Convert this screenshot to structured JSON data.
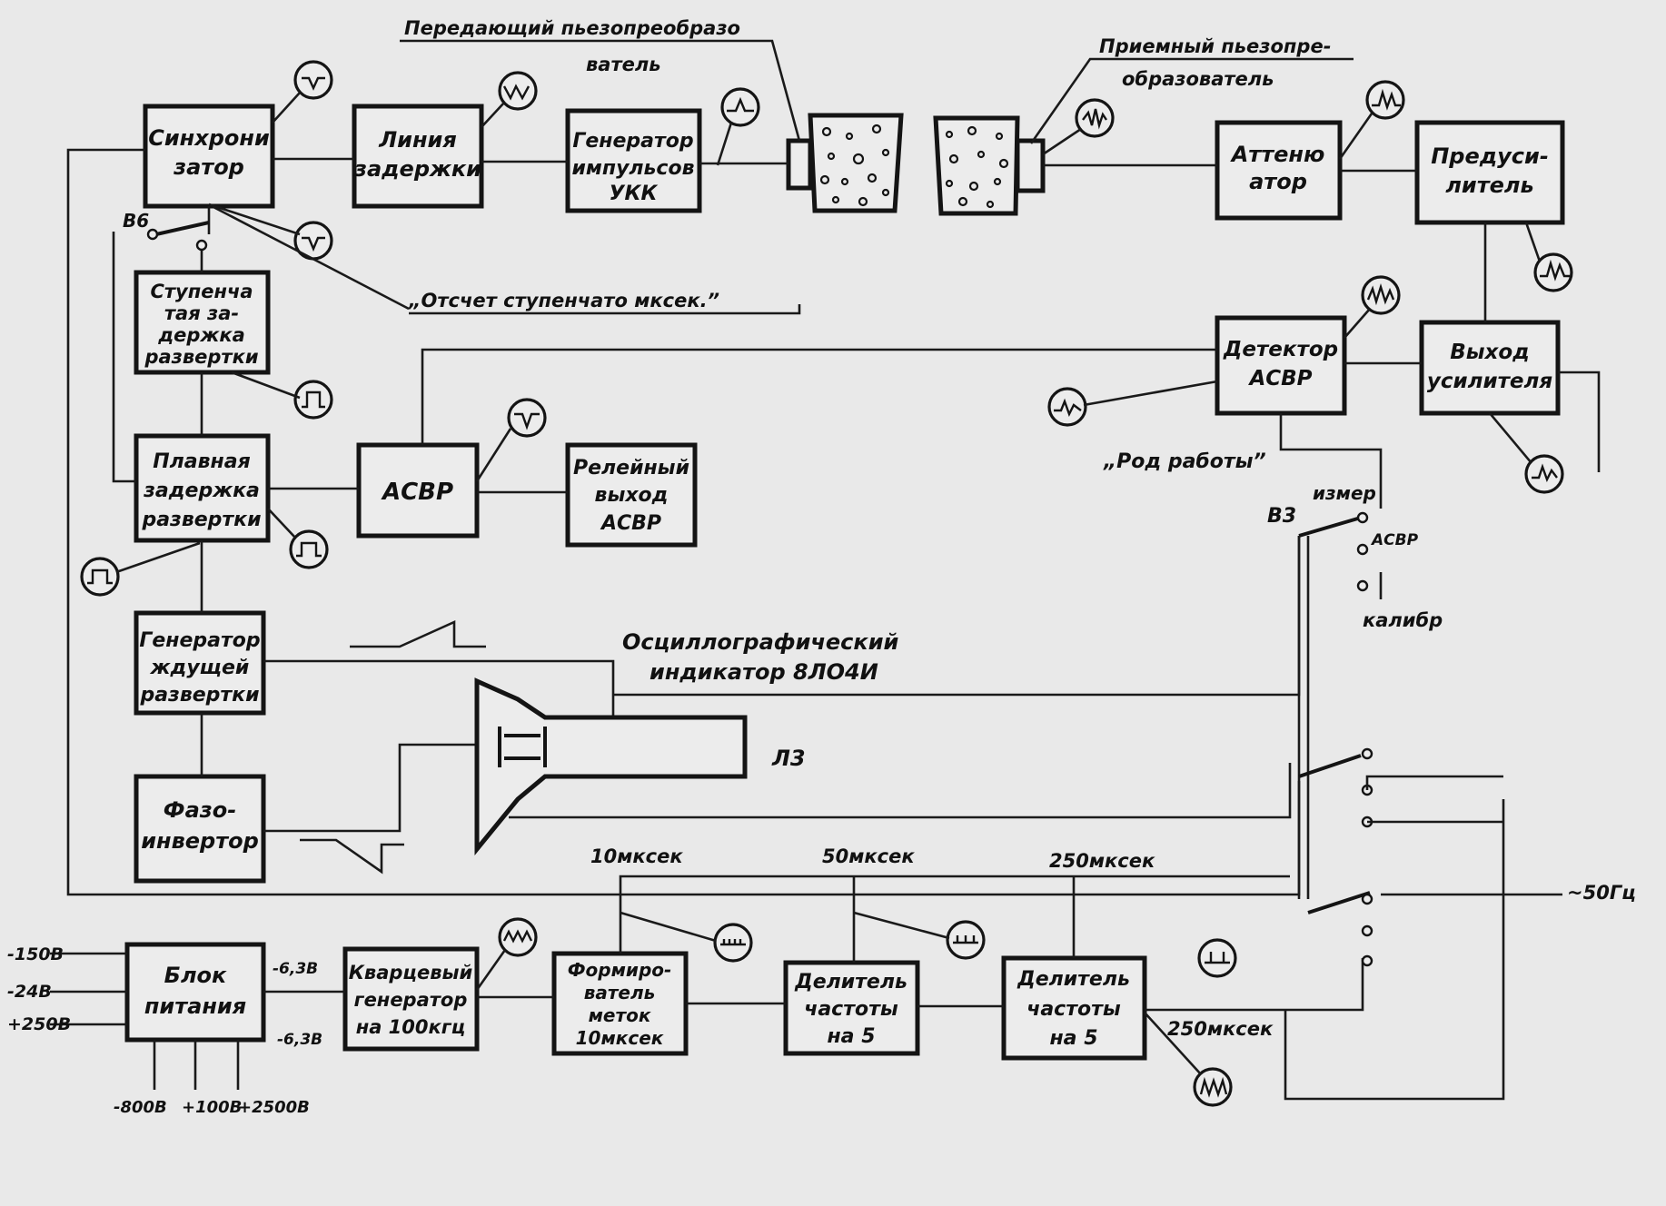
{
  "blocks": {
    "sync": [
      "Синхрони",
      "затор"
    ],
    "delay_line": [
      "Линия",
      "задержки"
    ],
    "pulse_gen": [
      "Генератор",
      "импульсов",
      "УКК"
    ],
    "attenuator": [
      "Аттеню",
      "атор"
    ],
    "preamp": [
      "Предуси-",
      "литель"
    ],
    "step_delay": [
      "Ступенча",
      "тая за-",
      "держка",
      "развертки"
    ],
    "smooth_delay": [
      "Плавная",
      "задержка",
      "развертки"
    ],
    "asvr": [
      "АСВР"
    ],
    "relay_out": [
      "Релейный",
      "выход",
      "АСВР"
    ],
    "detector": [
      "Детектор",
      "АСВР"
    ],
    "amp_out": [
      "Выход",
      "усилителя"
    ],
    "sweep_gen": [
      "Генератор",
      "ждущей",
      "развертки"
    ],
    "phase_inv": [
      "Фазо-",
      "инвертор"
    ],
    "power": [
      "Блок",
      "питания"
    ],
    "quartz": [
      "Кварцевый",
      "генератор",
      "на 100кгц"
    ],
    "former": [
      "Формиро-",
      "ватель",
      "меток",
      "10мксек"
    ],
    "div1": [
      "Делитель",
      "частоты",
      "на 5"
    ],
    "div2": [
      "Делитель",
      "частоты",
      "на 5"
    ]
  },
  "labels": {
    "tx_transducer": [
      "Передающий пьезопреобразо",
      "ватель"
    ],
    "rx_transducer": [
      "Приемный пьезопре-",
      "образователь"
    ],
    "step_reading": "„Отсчет ступенчато мксек.”",
    "mode": "„Род работы”",
    "oscillo": [
      "Осциллографический",
      "индикатор 8ЛО4И"
    ],
    "tube": "Л3",
    "sw_b6": "В6",
    "sw_b3": "В3",
    "meas": "измер",
    "asvr_pos": "АСВР",
    "calib": "калибр",
    "t10": "10мксек",
    "t50": "50мксек",
    "t250": "250мксек",
    "t250b": "250мксек",
    "mains": "~50Гц"
  },
  "voltages": {
    "in1": "-150В",
    "in2": "-24В",
    "in3": "+250В",
    "out1": "-6,3В",
    "out2": "-6,3В",
    "b1": "-800В",
    "b2": "+100В",
    "b3": "+2500В"
  },
  "colors": {
    "paper": "#e9e9e9",
    "ink": "#141414"
  }
}
